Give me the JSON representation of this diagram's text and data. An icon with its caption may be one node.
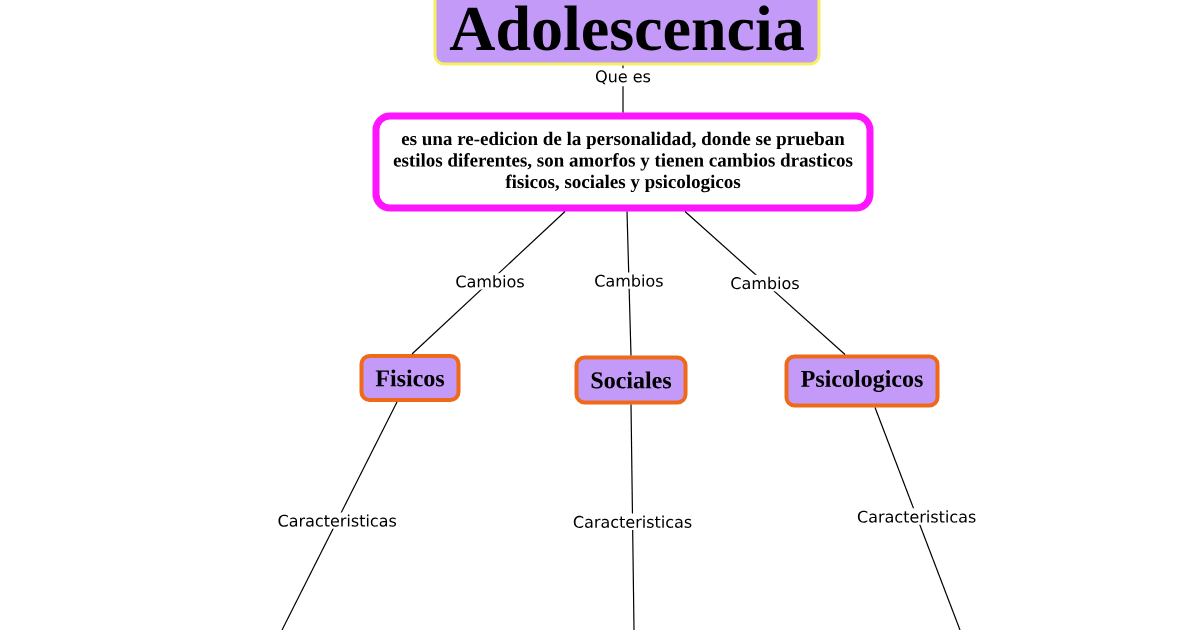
{
  "diagram": {
    "nodes": [
      {
        "text": [
          "Adolescencia"
        ]
      },
      {
        "text": [
          "es una re-edicion de la personalidad, donde se prueban estilos diferentes, son amorfos y tienen cambios drasticos fisicos, sociales y psicologicos"
        ]
      },
      {
        "text": [
          "Fisicos"
        ]
      },
      {
        "text": [
          "Sociales"
        ]
      },
      {
        "text": [
          "Psicologicos"
        ]
      }
    ],
    "edges": [
      {
        "from": 0,
        "to": 1,
        "arrow": "none",
        "label": "Que es"
      },
      {
        "from": 1,
        "to": 2,
        "arrow": "none",
        "label": "Cambios"
      },
      {
        "from": 1,
        "to": 3,
        "arrow": "none",
        "label": "Cambios"
      },
      {
        "from": 1,
        "to": 4,
        "arrow": "none",
        "label": "Cambios"
      },
      {
        "from": 2,
        "to": null,
        "arrow": "none",
        "label": "Caracteristicas"
      },
      {
        "from": 3,
        "to": null,
        "arrow": "none",
        "label": "Caracteristicas"
      },
      {
        "from": 4,
        "to": null,
        "arrow": "none",
        "label": "Caracteristicas"
      }
    ]
  }
}
